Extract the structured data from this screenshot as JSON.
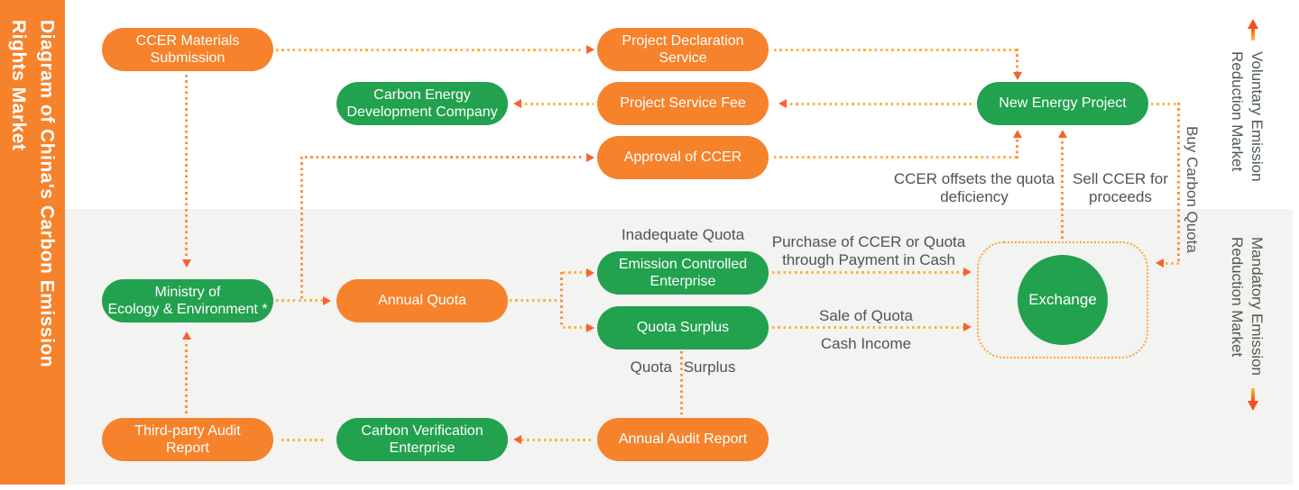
{
  "sidebar": {
    "title": "Diagram of China's Carbon Emission\nRights Market"
  },
  "markets": {
    "voluntary": "Voluntary Emission\nReduction Market",
    "mandatory": "Mandatory Emission\nReduction Market"
  },
  "nodes": {
    "ccer_materials": {
      "label": "CCER Materials\nSubmission",
      "type": "orange"
    },
    "project_declaration": {
      "label": "Project Declaration\nService",
      "type": "orange"
    },
    "carbon_energy": {
      "label": "Carbon Energy\nDevelopment Company",
      "type": "green"
    },
    "project_service_fee": {
      "label": "Project Service Fee",
      "type": "orange"
    },
    "new_energy": {
      "label": "New Energy Project",
      "type": "green"
    },
    "approval_ccer": {
      "label": "Approval of CCER",
      "type": "orange"
    },
    "ministry": {
      "label": "Ministry of\nEcology & Environment *",
      "type": "green"
    },
    "annual_quota": {
      "label": "Annual Quota",
      "type": "orange"
    },
    "emission_controlled": {
      "label": "Emission Controlled\nEnterprise",
      "type": "green"
    },
    "quota_surplus": {
      "label": "Quota Surplus",
      "type": "green"
    },
    "exchange": {
      "label": "Exchange",
      "type": "green-circle"
    },
    "third_party": {
      "label": "Third-party Audit\nReport",
      "type": "orange"
    },
    "carbon_verification": {
      "label": "Carbon Verification\nEnterprise",
      "type": "green"
    },
    "annual_audit": {
      "label": "Annual Audit Report",
      "type": "orange"
    }
  },
  "flow_labels": {
    "inadequate_quota": "Inadequate Quota",
    "purchase": "Purchase of CCER or Quota\nthrough Payment in Cash",
    "sale_of_quota": "Sale of Quota",
    "cash_income": "Cash Income",
    "quota_surplus_flow": "Quota Surplus",
    "ccer_offsets": "CCER offsets the quota\ndeficiency",
    "sell_ccer": "Sell CCER for\nproceeds",
    "buy_carbon_quota": "Buy Carbon Quota"
  },
  "colors": {
    "orange_node": "#F6822C",
    "green_node": "#22A14E",
    "gray_band": "#F3F3F1",
    "dot_gold": "#FFB13F",
    "dot_orange": "#F9923C",
    "arrowhead": "#F8622F",
    "label_text": "#4E554F",
    "market_text": "#4C5B50",
    "market_arrow_gradient": [
      "#FFC53D",
      "#F4511E"
    ]
  }
}
